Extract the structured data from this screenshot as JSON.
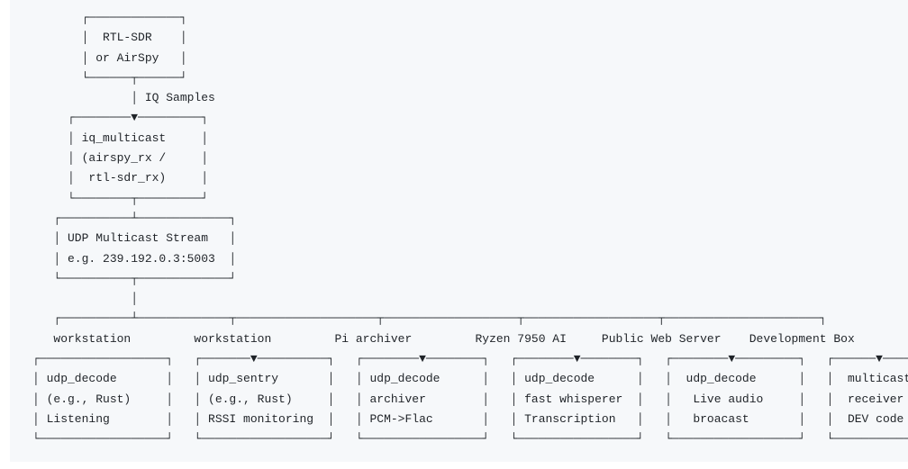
{
  "diagram": {
    "lines": [
      "       ┌─────────────┐",
      "       │  RTL-SDR    │",
      "       │ or AirSpy   │",
      "       └──────┬──────┘",
      "              │ IQ Samples",
      "     ┌────────▼─────────┐",
      "     │ iq_multicast     │",
      "     │ (airspy_rx /     │",
      "     │  rtl-sdr_rx)     │",
      "     └────────┬─────────┘",
      "   ┌──────────┴─────────────┐",
      "   │ UDP Multicast Stream   │",
      "   │ e.g. 239.192.0.3:5003  │",
      "   └──────────┬─────────────┘",
      "              │",
      "   ┌──────────┴─────────────┬────────────────────┬───────────────────┬───────────────────┬──────────────────────┐",
      "   workstation         workstation         Pi archiver         Ryzen 7950 AI     Public Web Server    Development Box",
      "┌──────────────────┐   ┌───────▼──────────┐   ┌────────▼────────┐   ┌────────▼────────┐   ┌────────▼─────────┐   ┌──────▼──────────┐",
      "│ udp_decode       │   │ udp_sentry       │   │ udp_decode      │   │ udp_decode      │   │  udp_decode      │   │  multicast      │",
      "│ (e.g., Rust)     │   │ (e.g., Rust)     │   │ archiver        │   │ fast whisperer  │   │   Live audio     │   │  receiver       │",
      "│ Listening        │   │ RSSI monitoring  │   │ PCM->Flac       │   │ Transcription   │   │   broacast       │   │  DEV code       │",
      "└──────────────────┘   └──────────────────┘   └─────────────────┘   └─────────────────┘   └──────────────────┘   └─────────────────┘"
    ]
  }
}
